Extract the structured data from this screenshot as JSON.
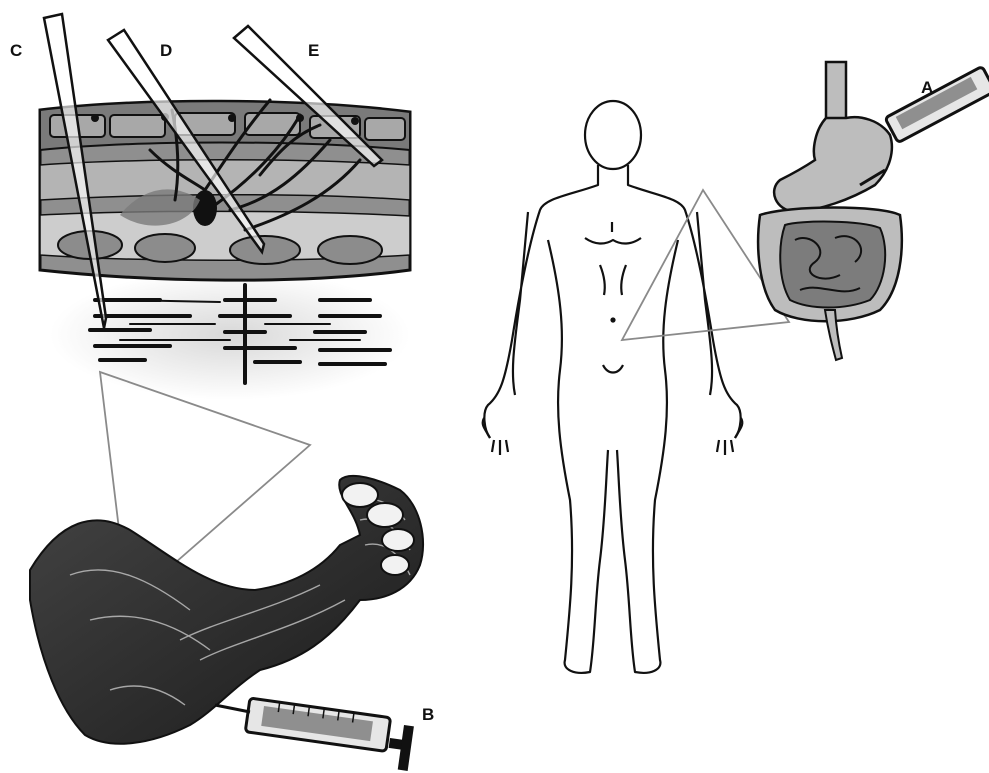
{
  "labels": {
    "a": "A",
    "b": "B",
    "c": "C",
    "d": "D",
    "e": "E"
  },
  "colors": {
    "line": "#111111",
    "tissue_light": "#c8c8c8",
    "tissue_mid": "#9a9a9a",
    "tissue_dark": "#6e6e6e",
    "muscle_band": "#e2e2e2",
    "gut": "#bdbdbd",
    "gut_inner": "#7c7c7c",
    "triangle": "#8a8a8a"
  }
}
